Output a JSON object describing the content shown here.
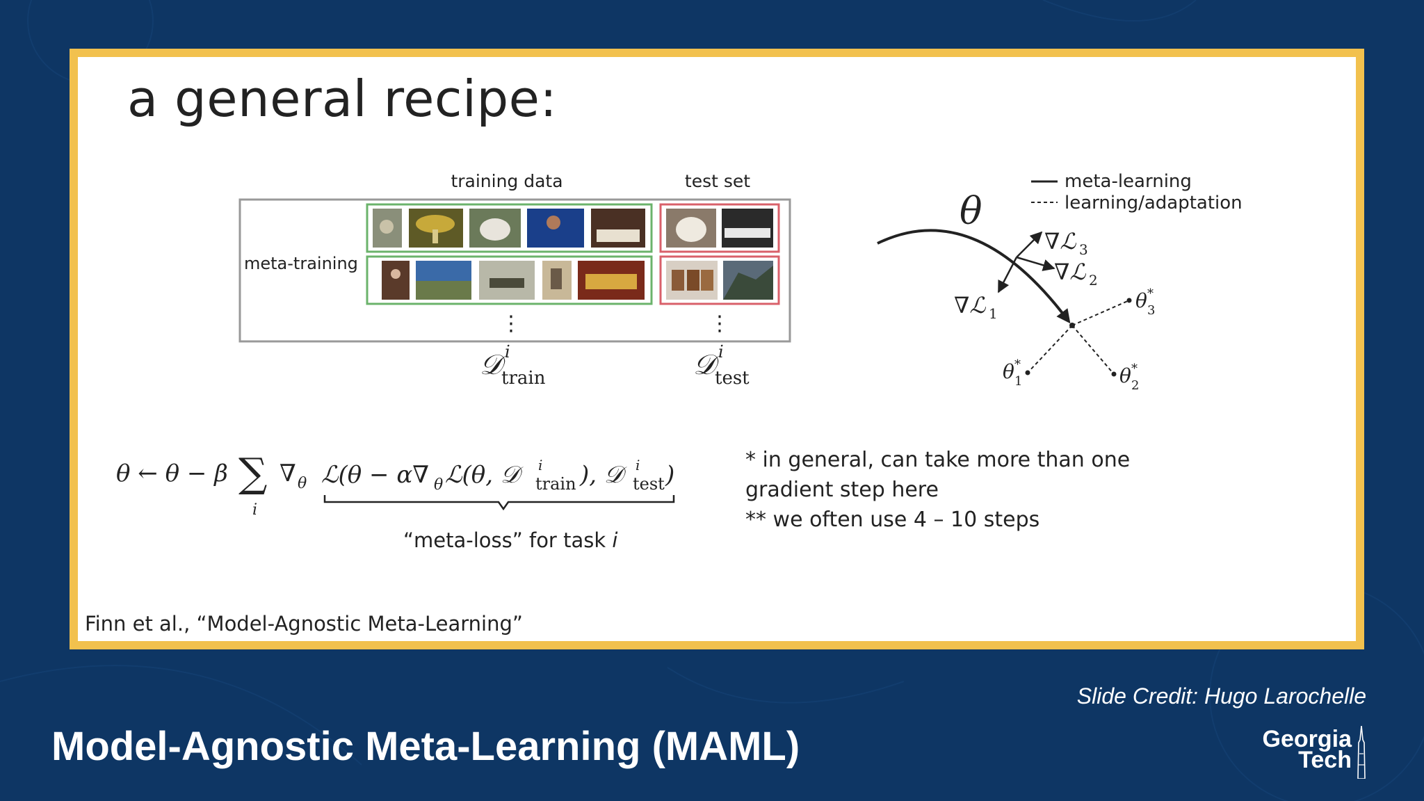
{
  "slide": {
    "title": "a general recipe:",
    "table": {
      "header_training": "training data",
      "header_test": "test set",
      "row_label": "meta-training",
      "ellipsis": "⋮"
    },
    "dataset_labels": {
      "train_symbol": "𝒟",
      "train_sup": "i",
      "train_sub": "train",
      "test_symbol": "𝒟",
      "test_sup": "i",
      "test_sub": "test"
    },
    "graph": {
      "legend_meta": "meta-learning",
      "legend_adapt": "learning/adaptation",
      "theta": "θ",
      "grad_l1": "∇ℒ",
      "grad_l1_sub": "1",
      "grad_l2": "∇ℒ",
      "grad_l2_sub": "2",
      "grad_l3": "∇ℒ",
      "grad_l3_sub": "3",
      "theta1": "θ",
      "theta1_sub": "1",
      "theta2": "θ",
      "theta2_sub": "2",
      "theta3": "θ",
      "theta3_sub": "3",
      "star": "*"
    },
    "equation": {
      "lhs": "θ ← θ − β",
      "sum": "∑",
      "sum_index": "i",
      "grad": "∇",
      "grad_sub": "θ",
      "loss_open": "ℒ(θ − α∇",
      "loss_grad_sub": "θ",
      "inner": "ℒ(θ, 𝒟",
      "inner_sup": "i",
      "inner_sub": "train",
      "mid": "), 𝒟",
      "test_sup": "i",
      "test_sub": "test",
      "close": ")",
      "brace_label_prefix": "“meta-loss” for task ",
      "brace_label_var": "i"
    },
    "notes": [
      "* in general, can take more than one",
      "gradient step here",
      "** we often use 4 – 10 steps"
    ],
    "citation": "Finn et al., “Model-Agnostic Meta-Learning”"
  },
  "credit": "Slide Credit: Hugo Larochelle",
  "footer_title": "Model-Agnostic Meta-Learning (MAML)",
  "logo": {
    "line1": "Georgia",
    "line2": "Tech"
  },
  "colors": {
    "background": "#0e3664",
    "frame": "#f2c14e",
    "train_border": "#6bb36b",
    "test_border": "#d9606a"
  },
  "images": {
    "train_row1": [
      "bird",
      "mushroom",
      "dog",
      "singer",
      "piano"
    ],
    "train_row2": [
      "dancer",
      "coast",
      "tank",
      "doorway",
      "carousel"
    ],
    "test_row1": [
      "white-dog",
      "keyboard"
    ],
    "test_row2": [
      "barrels",
      "cliffs"
    ]
  }
}
